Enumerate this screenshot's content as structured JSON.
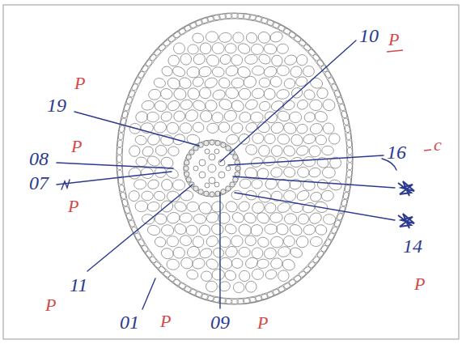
{
  "diagram": {
    "labels": [
      "19",
      "P",
      "10",
      "P",
      "08",
      "P",
      "07",
      "P",
      "16",
      "c",
      "14",
      "P",
      "11",
      "P",
      "01",
      "P",
      "09",
      "P"
    ]
  }
}
